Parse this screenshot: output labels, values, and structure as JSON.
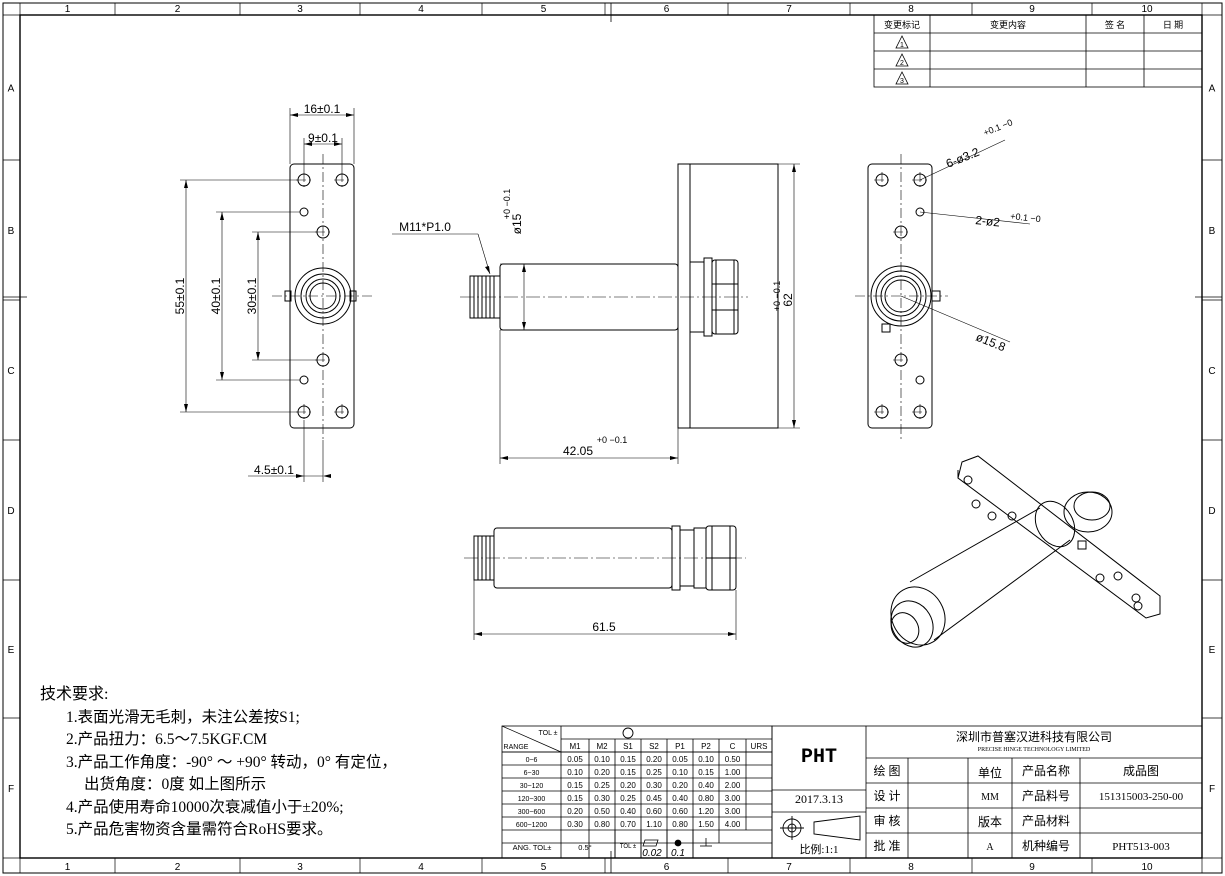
{
  "grid": {
    "cols": [
      "1",
      "2",
      "3",
      "4",
      "5",
      "6",
      "7",
      "8",
      "9",
      "10"
    ],
    "rows": [
      "A",
      "B",
      "C",
      "D",
      "E",
      "F"
    ]
  },
  "revision_block": {
    "headers": [
      "变更标记",
      "变更内容",
      "签 名",
      "日 期"
    ],
    "marks": [
      "1",
      "2",
      "3"
    ]
  },
  "dimensions": {
    "front_width_16": "16±0.1",
    "front_width_9": "9±0.1",
    "front_h55": "55±0.1",
    "front_h40": "40±0.1",
    "front_h30": "30±0.1",
    "front_offset": "4.5±0.1",
    "thread": "M11*P1.0",
    "dia15_main": "ø15",
    "dia15_tol": "+0 −0.1",
    "len42_main": "42.05",
    "len42_tol": "+0 −0.1",
    "h62_main": "62",
    "h62_tol": "+0 −0.1",
    "holes6_main": "6-ø3.2",
    "holes6_tol": "+0.1 −0",
    "holes2_main": "2-ø2",
    "holes2_tol": "+0.1 −0",
    "dia158": "ø15.8",
    "len615": "61.5"
  },
  "notes": {
    "title": "技术要求:",
    "items": [
      "1.表面光滑无毛刺，未注公差按S1;",
      "2.产品扭力：6.5～7.5KGF.CM",
      "3.产品工作角度：-90° ～ +90° 转动，0° 有定位，",
      "出货角度：0度 如上图所示",
      "4.产品使用寿命10000次衰减值小于±20%;",
      "5.产品危害物资含量需符合RoHS要求。"
    ]
  },
  "tolerance_table": {
    "corner_top": "TOL ±",
    "corner_bottom": "RANGE",
    "headers": [
      "M1",
      "M2",
      "S1",
      "S2",
      "P1",
      "P2",
      "C",
      "URS"
    ],
    "rows": [
      [
        "0~6",
        "0.05",
        "0.10",
        "0.15",
        "0.20",
        "0.05",
        "0.10",
        "0.50",
        ""
      ],
      [
        "6~30",
        "0.10",
        "0.20",
        "0.15",
        "0.25",
        "0.10",
        "0.15",
        "1.00",
        ""
      ],
      [
        "30~120",
        "0.15",
        "0.25",
        "0.20",
        "0.30",
        "0.20",
        "0.40",
        "2.00",
        ""
      ],
      [
        "120~300",
        "0.15",
        "0.30",
        "0.25",
        "0.45",
        "0.40",
        "0.80",
        "3.00",
        ""
      ],
      [
        "300~600",
        "0.20",
        "0.50",
        "0.40",
        "0.60",
        "0.60",
        "1.20",
        "3.00",
        ""
      ],
      [
        "600~1200",
        "0.30",
        "0.80",
        "0.70",
        "1.10",
        "0.80",
        "1.50",
        "4.00",
        ""
      ]
    ],
    "angle_label": "ANG. TOL±",
    "angle_value": "0.5°",
    "tol_label": "TOL ±",
    "flat_tol": "0.02",
    "circ_tol": "0.1"
  },
  "title_block": {
    "logo": "PHT",
    "company_cn": "深圳市普塞汉进科技有限公司",
    "company_en": "PRECISE HINGE TECHNOLOGY LIMITED",
    "date": "2017.3.13",
    "scale": "比例:1:1",
    "draw_label": "绘 图",
    "design_label": "设 计",
    "review_label": "审 核",
    "approve_label": "批 准",
    "unit_label": "单位",
    "unit_value": "MM",
    "version_label": "版本",
    "version_value": "A",
    "name_label": "产品名称",
    "name_value": "成品图",
    "part_label": "产品料号",
    "part_value": "151315003-250-00",
    "material_label": "产品材料",
    "material_value": "",
    "model_label": "机种编号",
    "model_value": "PHT513-003"
  }
}
